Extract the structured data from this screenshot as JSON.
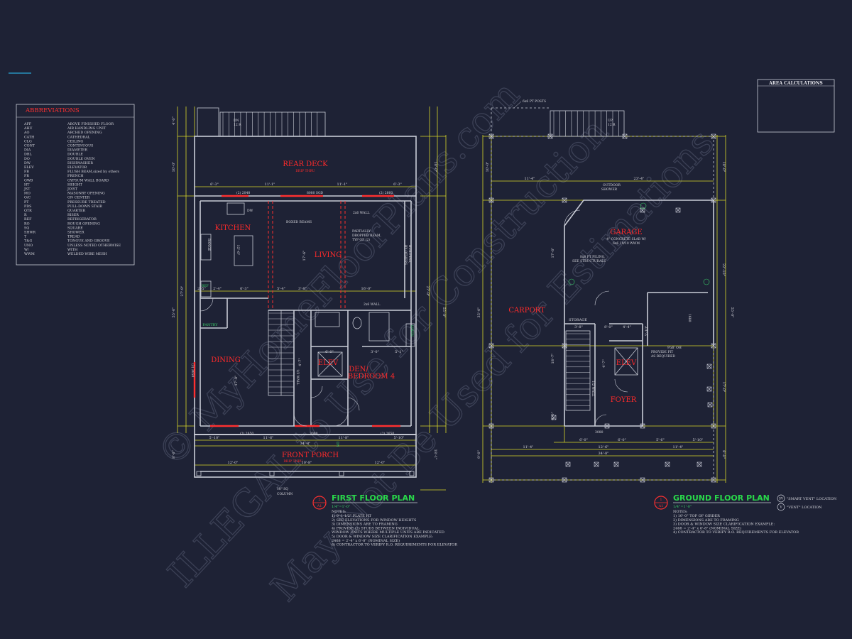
{
  "colors": {
    "background": "#1e2235",
    "wall": "#c9ccd6",
    "dimension": "#d8d82a",
    "room_label": "#ff2a2a",
    "plan_title": "#29d84a",
    "note_text": "#d6d6dc",
    "green_label": "#3ad06a",
    "watermark": "#3a3e52"
  },
  "watermark": {
    "line1": "© MyHomeFloorPlans.com",
    "line2": "ILLEGAL to Use for Construction",
    "line3": "May Not Be Used for Estimations"
  },
  "abbreviations": {
    "title": "ABBREVIATIONS",
    "items": [
      {
        "abbr": "AFF",
        "meaning": "ABOVE FINISHED FLOOR"
      },
      {
        "abbr": "AHU",
        "meaning": "AIR HANDLING UNIT"
      },
      {
        "abbr": "AO",
        "meaning": "ARCHED OPENING"
      },
      {
        "abbr": "CATH",
        "meaning": "CATHEDRAL"
      },
      {
        "abbr": "CLG",
        "meaning": "CEILING"
      },
      {
        "abbr": "CONT",
        "meaning": "CONTINUOUS"
      },
      {
        "abbr": "DIA",
        "meaning": "DIAMETER"
      },
      {
        "abbr": "DBL",
        "meaning": "DOUBLE"
      },
      {
        "abbr": "DO",
        "meaning": "DOUBLE OVEN"
      },
      {
        "abbr": "DW",
        "meaning": "DISHWASHER"
      },
      {
        "abbr": "ELEV",
        "meaning": "ELEVATOR"
      },
      {
        "abbr": "FB",
        "meaning": "FLUSH BEAM,sized by others"
      },
      {
        "abbr": "FR",
        "meaning": "FRENCH"
      },
      {
        "abbr": "GWB",
        "meaning": "GYPSUM WALL BOARD"
      },
      {
        "abbr": "HT",
        "meaning": "HEIGHT"
      },
      {
        "abbr": "JST",
        "meaning": "JOIST"
      },
      {
        "abbr": "MO",
        "meaning": "MASONRY OPENING"
      },
      {
        "abbr": "O/C",
        "meaning": "ON CENTER"
      },
      {
        "abbr": "PT",
        "meaning": "PRESSURE TREATED"
      },
      {
        "abbr": "PDS",
        "meaning": "PULL-DOWN STAIR"
      },
      {
        "abbr": "QTR",
        "meaning": "QUARTER"
      },
      {
        "abbr": "R",
        "meaning": "RISER"
      },
      {
        "abbr": "REF",
        "meaning": "REFRIGERATOR"
      },
      {
        "abbr": "RO",
        "meaning": "ROUGH OPENING"
      },
      {
        "abbr": "SQ",
        "meaning": "SQUARE"
      },
      {
        "abbr": "SHWR",
        "meaning": "SHOWER"
      },
      {
        "abbr": "T",
        "meaning": "TREAD"
      },
      {
        "abbr": "T&G",
        "meaning": "TONGUE AND GROOVE"
      },
      {
        "abbr": "UNO",
        "meaning": "UNLESS NOTED OTHERWISE"
      },
      {
        "abbr": "W/",
        "meaning": "WITH"
      },
      {
        "abbr": "WWM",
        "meaning": "WELDED WIRE MESH"
      }
    ]
  },
  "area_calculations": {
    "title": "AREA CALCULATIONS",
    "rows": [
      {
        "label": "",
        "value": "",
        "color": "#ff3a3a"
      },
      {
        "label": "",
        "value": "",
        "color": "#ff3a3a"
      },
      {
        "label": "",
        "value": "",
        "color": "#ff3a3a"
      },
      {
        "label": "",
        "value": "",
        "color": "#ff3a3a"
      },
      {
        "label": "",
        "value": "",
        "color": "#ff3a3a"
      },
      {
        "label": "",
        "value": "",
        "color": "#ff3a3a"
      },
      {
        "label": "",
        "value": "",
        "color": "#ff3a3a"
      },
      {
        "label": "",
        "value": "",
        "color": "#ff3a3a"
      },
      {
        "label": "",
        "value": "",
        "color": "#ff3a3a"
      },
      {
        "label": "",
        "value": "",
        "color": "#ff3a3a"
      }
    ]
  },
  "first_floor": {
    "rooms": {
      "rear_deck": "REAR DECK",
      "rear_deck_sub": "DRIP THRU",
      "kitchen": "KITCHEN",
      "living": "LIVING",
      "dining": "DINING",
      "den1": "DEN/",
      "den2": "BEDROOM 4",
      "elev": "ELEV",
      "pantry": "PANTRY",
      "front_porch": "FRONT PORCH",
      "front_porch_sub": "DRIP THRU"
    },
    "labels": {
      "dn": "DN",
      "dn_steps": "12 R",
      "door_2048": "(2) 2048",
      "sgd": "8080 SGD",
      "door_2660": "(2) 2660",
      "dw": "DW",
      "wall_2x6": "2x6 WALL",
      "boxed_beams": "BOXED BEAMS",
      "partial_beam1": "PARTIALLY",
      "partial_beam2": "DROPPED BEAM,",
      "partial_beam3": "TYP OF (2)",
      "built_ins": "BUILT-INS,",
      "by_others": "BY OTHERS",
      "range": "RANGE",
      "ref": "REF",
      "wall_2x6_b": "2x6 WALL",
      "linen": "LINEN",
      "door_2650_left": "(2) 2650",
      "door_3080": "3080",
      "door_2650_right": "(2) 2650",
      "column": "10\" SQ",
      "column2": "COLUMN",
      "window_2650": "(2) 2650",
      "half_wall": "1/2 WALL",
      "dn_stair": "DN"
    },
    "dims": {
      "deck_left": "6'-3\"",
      "deck_mid_l": "11'-1\"",
      "deck_mid_r": "11'-1\"",
      "deck_right": "6'-3\"",
      "height_deck": "10'-0\"",
      "height_main": "27'-9\"",
      "total_height": "55'-0\"",
      "porch_h": "8'-0\"",
      "top_h": "4'-0\"",
      "d1": "2'-5\"",
      "d2": "2'-4\"",
      "d3": "6'-3\"",
      "d4": "5'-4\"",
      "d5": "3'-8\"",
      "d6": "16'-0\"",
      "width_total": "34'-8\"",
      "b1": "5'-10\"",
      "b2": "11'-6\"",
      "b3": "11'-8\"",
      "b4": "5'-10\"",
      "p1": "12'-0\"",
      "p2": "10'-8\"",
      "p3": "12'-0\"",
      "right_1": "10'-0\"",
      "right_2": "27'-9\"",
      "right_3": "18'-1\"",
      "r_total": "55'-0\"",
      "k_dim": "15'-6\"",
      "living_dim": "17'-6\"",
      "dining_dim": "17'-8\"",
      "den_w": "6'-0\"",
      "den_w2": "4'-0\"",
      "den_h": "12'-10\"",
      "s1": "3'-0\"",
      "s2": "5'-1\"",
      "s3": "4'-7\""
    },
    "title": "FIRST FLOOR PLAN",
    "scale": "1/4\"=1'-0\"",
    "badge_top": "2",
    "badge_bottom": "A1",
    "notes_title": "NOTES:",
    "notes": [
      "1) 9'-1-1/2\" PLATE HT",
      "2) SEE ELEVATIONS FOR WINDOW HEIGHTS",
      "3) DIMENSIONS ARE TO FRAMING",
      "4) PROVIDE (2) STUDS BETWEEN INDIVIDUAL",
      "    WINDOW UNITS WHERE MULTIPLE UNITS ARE INDICATED",
      "5) DOOR & WINDOW SIZE CLARIFICATION EXAMPLE:",
      "    2468 = 2'-4\" x 6'-8\" (NOMINAL SIZE)",
      "6) CONTRACTOR TO VERIFY R.O. REQUIREMENTS FOR ELEVATOR"
    ]
  },
  "ground_floor": {
    "rooms": {
      "garage": "GARAGE",
      "garage_sub1": "4\" CONCRETE SLAB W/",
      "garage_sub2": "6x6 10/10 WWM",
      "carport": "CARPORT",
      "storage": "STORAGE",
      "elev": "ELEV",
      "foyer": "FOYER"
    },
    "labels": {
      "posts": "6x6 PT POSTS",
      "up": "UP",
      "up_steps": "12 R",
      "outdoor1": "OUTDOOR",
      "outdoor2": "SHOWER",
      "piling1": "8x8 PT PILING,",
      "piling2": "SEE STRUCTURALS",
      "pit1": "PROVIDE PIT",
      "pit2": "AS REQUIRED",
      "oh_door": "9'x8' OH",
      "door_3080": "3080",
      "half_wall": "1/2 WALL",
      "door_1680": "1680"
    },
    "dims": {
      "top_left": "11'-4\"",
      "top_right": "23'-4\"",
      "left_1": "10'-0\"",
      "left_2": "35'-0\"",
      "left_3": "9'-0\"",
      "right_1": "10'-0\"",
      "right_2": "22'-10\"",
      "right_3": "55'-0\"",
      "right_4": "17'-0\"",
      "right_5": "8'-0\"",
      "g1": "17'-6\"",
      "g2": "18'-7\"",
      "g3": "4'-0\"",
      "s1": "3'-8\"",
      "s2": "8'-0\"",
      "s3": "4'-4\"",
      "b1": "6'-0\"",
      "b2": "6'-0\"",
      "b3": "5'-6\"",
      "b4": "5'-10\"",
      "b5": "12'-6\"",
      "b6": "11'-4\"",
      "t1": "11'-4\"",
      "t2": "34'-8\"",
      "e1": "5'-10\"",
      "e2": "4'-7\""
    },
    "title": "GROUND FLOOR PLAN",
    "scale": "1/4\"=1'-0\"",
    "badge_top": "1",
    "badge_bottom": "A1",
    "notes_title": "NOTES:",
    "notes": [
      "1) 10'-0\" TOP OF GIRDER",
      "2) DIMENSIONS ARE TO FRAMING",
      "3) DOOR & WINDOW SIZE CLARIFICATION EXAMPLE:",
      "    2468 = 2'-4\" x 6'-8\" (NOMINAL SIZE)",
      "4) CONTRACTOR TO VERIFY R.O. REQUIREMENTS FOR ELEVATOR"
    ],
    "legend": [
      {
        "symbol": "SV",
        "text": "\"SMART VENT\" LOCATION"
      },
      {
        "symbol": "V",
        "text": "\"VENT\" LOCATION"
      }
    ]
  }
}
